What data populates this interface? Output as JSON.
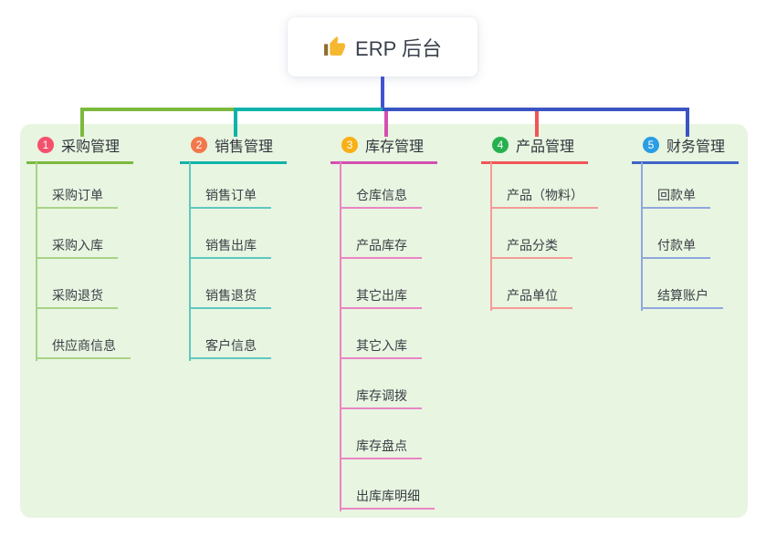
{
  "root": {
    "title": "ERP 后台",
    "icon": "thumbs-up-icon"
  },
  "panel": {
    "background": "#e8f5e1"
  },
  "connector_colors": {
    "root_drop": "#4254cf",
    "bus_blue": "#3b54c4"
  },
  "branches": [
    {
      "badge": "1",
      "label": "采购管理",
      "badge_color": "#f4516c",
      "line_color": "#7cb93e",
      "child_line_color": "#a8d286",
      "children": [
        "采购订单",
        "采购入库",
        "采购退货",
        "供应商信息"
      ]
    },
    {
      "badge": "2",
      "label": "销售管理",
      "badge_color": "#f2784b",
      "line_color": "#0fb3a9",
      "child_line_color": "#5fc8bf",
      "children": [
        "销售订单",
        "销售出库",
        "销售退货",
        "客户信息"
      ]
    },
    {
      "badge": "3",
      "label": "库存管理",
      "badge_color": "#f9b016",
      "line_color": "#d44fb1",
      "child_line_color": "#ea85c5",
      "children": [
        "仓库信息",
        "产品库存",
        "其它出库",
        "其它入库",
        "库存调拨",
        "库存盘点",
        "出库库明细"
      ]
    },
    {
      "badge": "4",
      "label": "产品管理",
      "badge_color": "#27b14e",
      "line_color": "#f05556",
      "child_line_color": "#f49b97",
      "children": [
        "产品（物料）",
        "产品分类",
        "产品单位"
      ]
    },
    {
      "badge": "5",
      "label": "财务管理",
      "badge_color": "#2a9de3",
      "line_color": "#3f63c8",
      "child_line_color": "#8fa7dd",
      "children": [
        "回款单",
        "付款单",
        "结算账户"
      ]
    }
  ]
}
